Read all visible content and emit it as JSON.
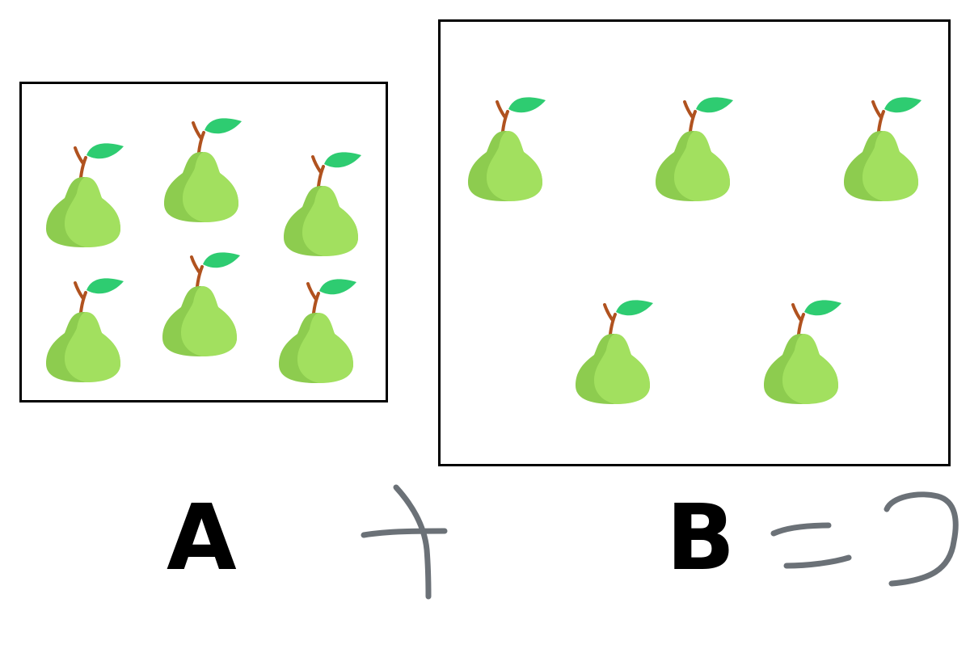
{
  "groups": [
    {
      "id": "A",
      "label": "A",
      "pear_count": 6,
      "handwritten_answer": "七"
    },
    {
      "id": "B",
      "label": "B",
      "pear_count": 5,
      "handwritten_answer": "こつ"
    }
  ],
  "colors": {
    "pear_light": "#a2e05f",
    "pear_shade": "#8dcc4f",
    "leaf": "#2ecc71",
    "stem": "#b0521f",
    "handwriting": "#6b7177",
    "border": "#000000"
  },
  "icons": [
    "pear-icon"
  ]
}
